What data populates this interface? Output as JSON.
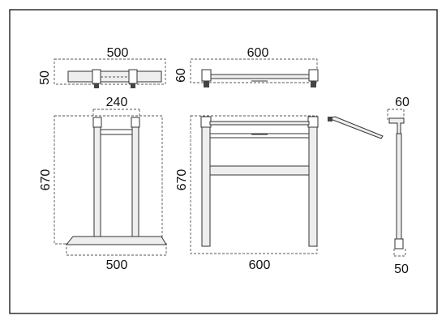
{
  "dimensions": {
    "top_width": "500",
    "top_depth": "50",
    "side_top_width": "600",
    "side_top_depth": "60",
    "front_top_width": "240",
    "front_height": "670",
    "front_base_width": "500",
    "side_height": "670",
    "side_base_width": "600",
    "profile_top": "60",
    "profile_bottom": "50"
  }
}
